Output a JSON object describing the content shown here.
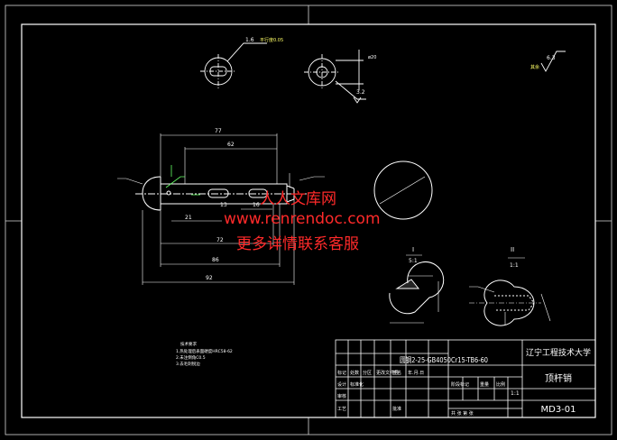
{
  "watermark": {
    "line1": "人人文库网",
    "line2": "www.renrendoc.com",
    "line3": "更多详情联系客服"
  },
  "title_block": {
    "school": "辽宁工程技术大学",
    "part_name": "顶杆销",
    "drawing_no": "MD3-01",
    "material": "圆钢2-25-GB4050Cr15-TB6-60",
    "scale": "1:1"
  },
  "views": {
    "section_I": {
      "label": "I",
      "scale": "5:1"
    },
    "section_II": {
      "label": "II",
      "scale": "1:1"
    }
  },
  "dimensions": {
    "d77": "77",
    "d62": "62",
    "d72": "72",
    "d86": "86",
    "d92": "92",
    "d21": "21",
    "d16": "16",
    "d13": "13"
  },
  "colors": {
    "background": "#000000",
    "line": "#ffffff",
    "dimension": "#ffffff",
    "leader": "#ffff66",
    "frame": "#ffffff",
    "watermark": "#ff2a2a"
  }
}
